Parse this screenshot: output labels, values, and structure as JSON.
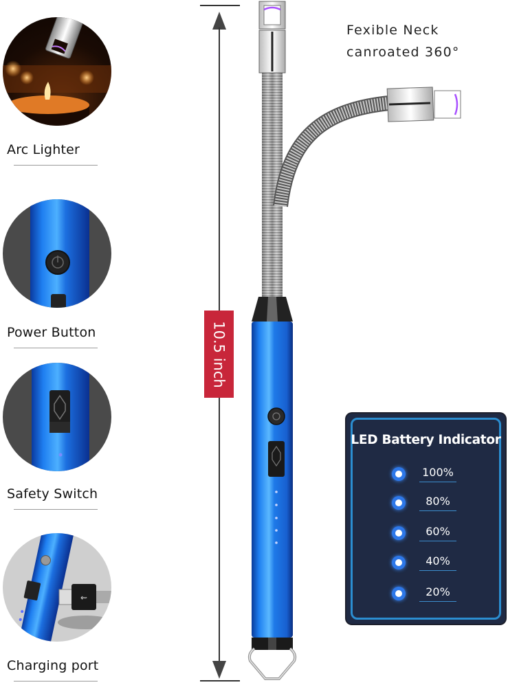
{
  "features": [
    {
      "label": "Arc Lighter",
      "icon": "candle-arc-photo"
    },
    {
      "label": "Power Button",
      "icon": "power-button-closeup"
    },
    {
      "label": "Safety Switch",
      "icon": "safety-switch-closeup"
    },
    {
      "label": "Charging port",
      "icon": "usb-charging-closeup"
    }
  ],
  "dimension": {
    "label": "10.5 inch",
    "badge_color": "#c8263a"
  },
  "neck_caption": {
    "line1": "Fexible Neck",
    "line2": "canroated 360°"
  },
  "battery_panel": {
    "title": "LED Battery Indicator",
    "levels": [
      "100%",
      "80%",
      "60%",
      "40%",
      "20%"
    ],
    "background": "#1f2a44",
    "border": "#2b8ed1",
    "dot_color": "#2d77e8"
  },
  "product": {
    "body_color": "#1f7fe0",
    "indicator_dots": 5
  }
}
